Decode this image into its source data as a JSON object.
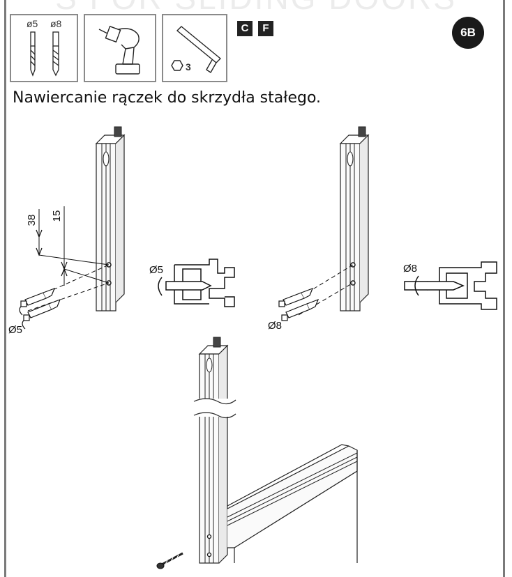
{
  "header": {
    "ghost_title": "S FOR SLIDING DOORS",
    "step_badge": "6B",
    "letters": [
      "C",
      "F"
    ]
  },
  "tools": {
    "drill_bits": {
      "label_a": "ø5",
      "label_b": "ø8"
    },
    "hex_key": {
      "size": "3"
    }
  },
  "instruction": "Nawiercanie rączek do skrzydła stałego.",
  "left_figure": {
    "dim_large": "38",
    "dim_small": "15",
    "hole_label_section": "Ø5",
    "hole_label_drill": "Ø5"
  },
  "right_figure": {
    "hole_label_section": "Ø8",
    "hole_label_drill": "Ø8"
  },
  "colors": {
    "ink": "#1a1a1a",
    "frame": "#7a7a7a",
    "profile_fill": "#f4f4f4"
  }
}
